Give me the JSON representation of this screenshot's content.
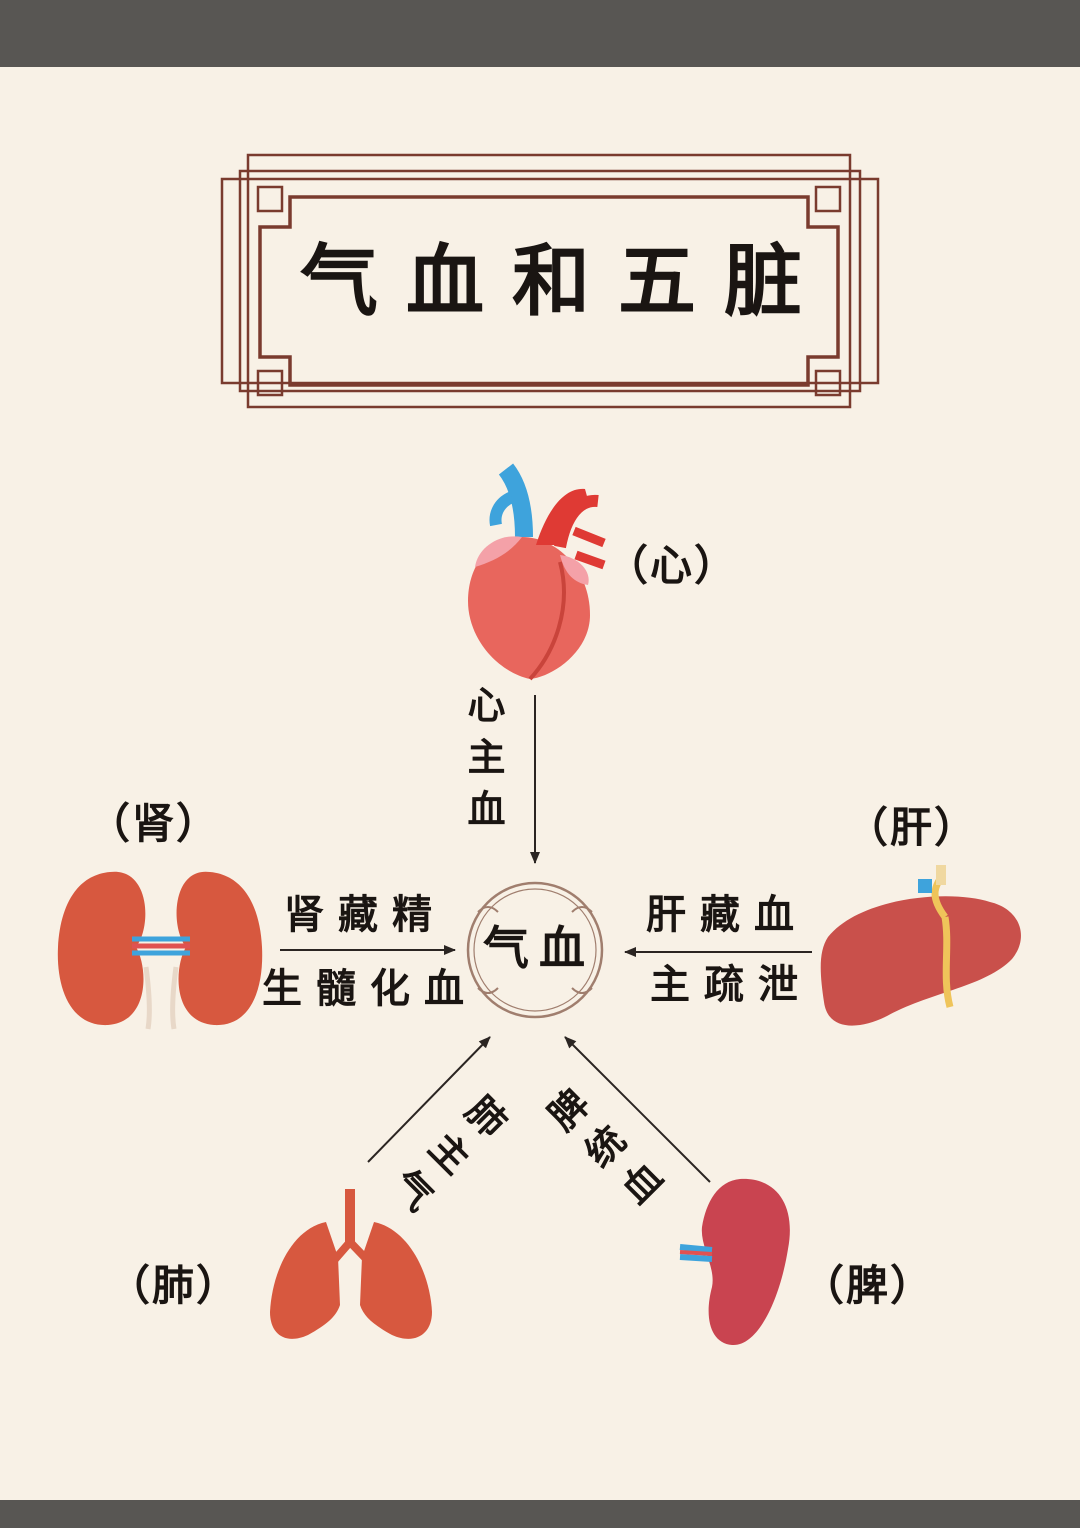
{
  "title": "气血和五脏",
  "center": "气血",
  "organs": {
    "heart": {
      "label": "（心）",
      "relation": "心主血"
    },
    "kidney": {
      "label": "（肾）",
      "relation_line1": "肾藏精",
      "relation_line2": "生髓化血"
    },
    "liver": {
      "label": "（肝）",
      "relation_line1": "肝藏血",
      "relation_line2": "主疏泄"
    },
    "lung": {
      "label": "（肺）",
      "relation": "肺主气"
    },
    "spleen": {
      "label": "（脾）",
      "relation": "脾统血"
    }
  },
  "colors": {
    "background": "#f8f1e6",
    "frame": "#7a3b2e",
    "text": "#1a1512",
    "arrow": "#2b2522",
    "organ_red": "#e0594e",
    "vessel_blue": "#3ea3dc"
  },
  "icons": [
    "heart-icon",
    "kidney-icon",
    "liver-icon",
    "lung-icon",
    "spleen-icon"
  ]
}
